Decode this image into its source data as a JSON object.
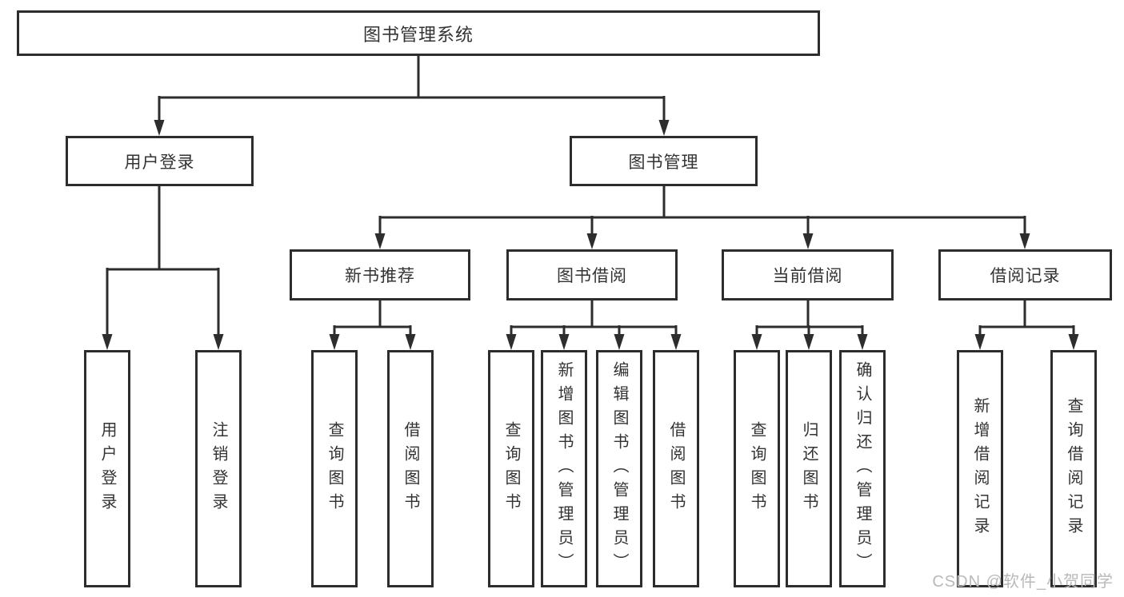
{
  "colors": {
    "page_bg": "#ffffff",
    "line": "#2d2d2d",
    "box_border": "#2d2d2d",
    "text": "#333333",
    "watermark": "#b9b9b9"
  },
  "watermark": {
    "text": "CSDN @软件_小贺同学"
  },
  "tree": {
    "root": {
      "label": "图书管理系统"
    },
    "level2": [
      {
        "label": "用户登录"
      },
      {
        "label": "图书管理"
      }
    ],
    "level3": [
      {
        "label": "新书推荐"
      },
      {
        "label": "图书借阅"
      },
      {
        "label": "当前借阅"
      },
      {
        "label": "借阅记录"
      }
    ],
    "leaves": {
      "user_login": [
        {
          "label": "用户登录"
        },
        {
          "label": "注销登录"
        }
      ],
      "new_books": [
        {
          "label": "查询图书"
        },
        {
          "label": "借阅图书"
        }
      ],
      "book_borrow": [
        {
          "label": "查询图书"
        },
        {
          "label": "新增图书（管理员）"
        },
        {
          "label": "编辑图书（管理员）"
        },
        {
          "label": "借阅图书"
        }
      ],
      "current_borrow": [
        {
          "label": "查询图书"
        },
        {
          "label": "归还图书"
        },
        {
          "label": "确认归还（管理员）"
        }
      ],
      "borrow_records": [
        {
          "label": "新增借阅记录"
        },
        {
          "label": "查询借阅记录"
        }
      ]
    }
  }
}
